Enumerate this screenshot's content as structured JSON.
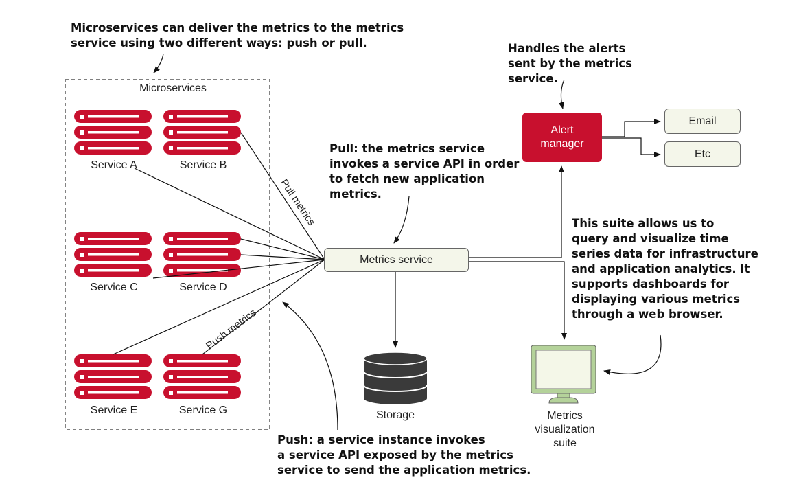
{
  "annotations": {
    "delivery_line1": "Microservices can deliver the metrics to the metrics",
    "delivery_line2": "service using two different ways: push or pull.",
    "alerts_line1": "Handles the alerts",
    "alerts_line2": "sent by the metrics",
    "alerts_line3": "service.",
    "pull_line1": "Pull: the metrics service",
    "pull_line2": "invokes a service API in order",
    "pull_line3": "to fetch new application",
    "pull_line4": "metrics.",
    "suite_line1": "This suite allows us to",
    "suite_line2": "query and visualize time",
    "suite_line3": "series data for infrastructure",
    "suite_line4": "and application analytics. It",
    "suite_line5": "supports dashboards for",
    "suite_line6": "displaying various metrics",
    "suite_line7": "through a web browser.",
    "push_line1": "Push: a service instance invokes",
    "push_line2": "a service API exposed by the metrics",
    "push_line3": "service to send the application metrics."
  },
  "group_label": "Microservices",
  "services": {
    "a": "Service A",
    "b": "Service B",
    "c": "Service C",
    "d": "Service D",
    "e": "Service E",
    "g": "Service G"
  },
  "edge_labels": {
    "pull": "Pull metrics",
    "push": "Push metrics"
  },
  "nodes": {
    "metrics_service": "Metrics service",
    "alert_line1": "Alert",
    "alert_line2": "manager",
    "email": "Email",
    "etc": "Etc",
    "storage": "Storage",
    "suite_line1": "Metrics",
    "suite_line2": "visualization",
    "suite_line3": "suite"
  },
  "colors": {
    "server_red": "#c8102e",
    "alert_red": "#c8102e",
    "box_fill": "#f4f6ea",
    "monitor_green": "#b4d29a",
    "storage_dark": "#3a3a3a"
  }
}
